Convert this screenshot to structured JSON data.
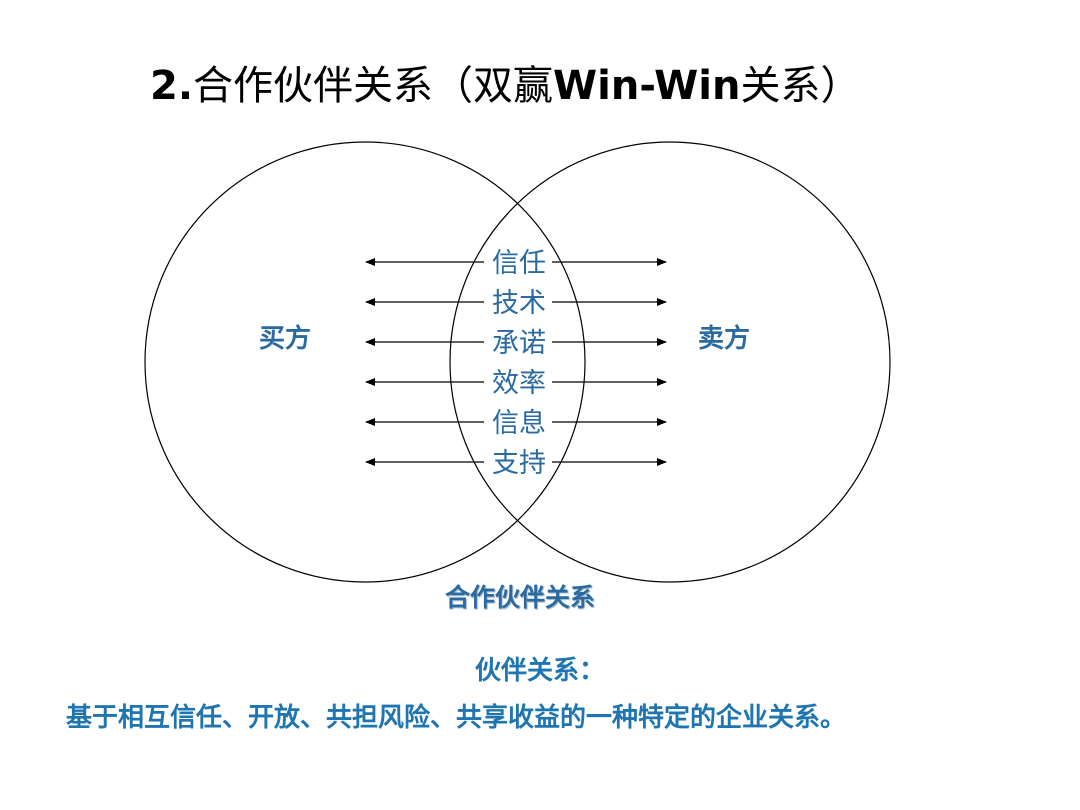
{
  "title": {
    "prefix": "2.",
    "main": "合作伙伴关系（双赢",
    "emphasis": "Win-Win",
    "suffix": "关系）"
  },
  "diagram": {
    "buyer_label": "买方",
    "seller_label": "卖方",
    "center_terms": [
      "信任",
      "技术",
      "承诺",
      "效率",
      "信息",
      "支持"
    ],
    "caption": "合作伙伴关系",
    "colors": {
      "circle_stroke": "#000000",
      "arrow": "#000000",
      "center_text": "#2a6aa0",
      "side_label": "#2a6aa0",
      "caption": "#2a6aa0"
    }
  },
  "definition": {
    "heading": "伙伴关系：",
    "body": "基于相互信任、开放、共担风险、共享收益的一种特定的企业关系。",
    "color": "#1f75b0"
  }
}
